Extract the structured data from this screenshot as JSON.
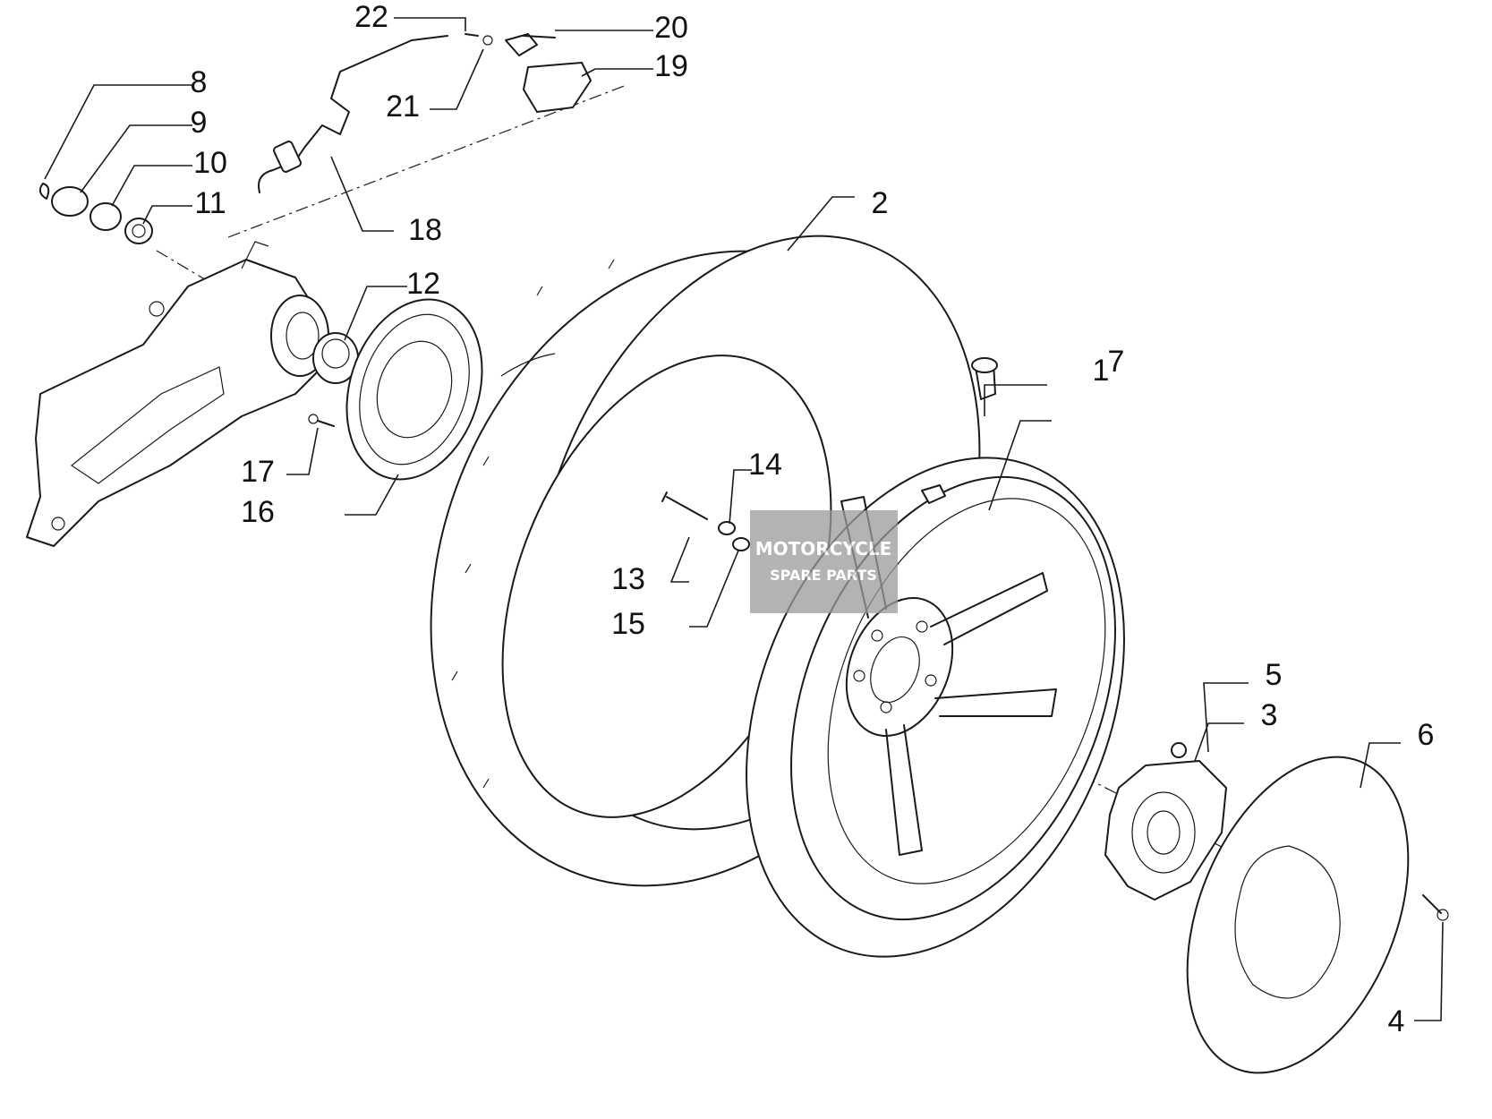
{
  "callouts": [
    {
      "id": "c1",
      "label": "1"
    },
    {
      "id": "c2",
      "label": "2"
    },
    {
      "id": "c3",
      "label": "3"
    },
    {
      "id": "c4",
      "label": "4"
    },
    {
      "id": "c5",
      "label": "5"
    },
    {
      "id": "c6",
      "label": "6"
    },
    {
      "id": "c7",
      "label": "7"
    },
    {
      "id": "c8",
      "label": "8"
    },
    {
      "id": "c9",
      "label": "9"
    },
    {
      "id": "c10",
      "label": "10"
    },
    {
      "id": "c11",
      "label": "11"
    },
    {
      "id": "c12",
      "label": "12"
    },
    {
      "id": "c13",
      "label": "13"
    },
    {
      "id": "c14",
      "label": "14"
    },
    {
      "id": "c15",
      "label": "15"
    },
    {
      "id": "c16",
      "label": "16"
    },
    {
      "id": "c17",
      "label": "17"
    },
    {
      "id": "c18",
      "label": "18"
    },
    {
      "id": "c19",
      "label": "19"
    },
    {
      "id": "c20",
      "label": "20"
    },
    {
      "id": "c21",
      "label": "21"
    },
    {
      "id": "c22",
      "label": "22"
    }
  ],
  "watermark": {
    "line1": "MOTORCYCLE",
    "line2": "SPARE PARTS"
  },
  "colors": {
    "line": "#1a1a1a",
    "leader_accent": "#e07a5f",
    "watermark_bg": "#9a9a9a"
  }
}
